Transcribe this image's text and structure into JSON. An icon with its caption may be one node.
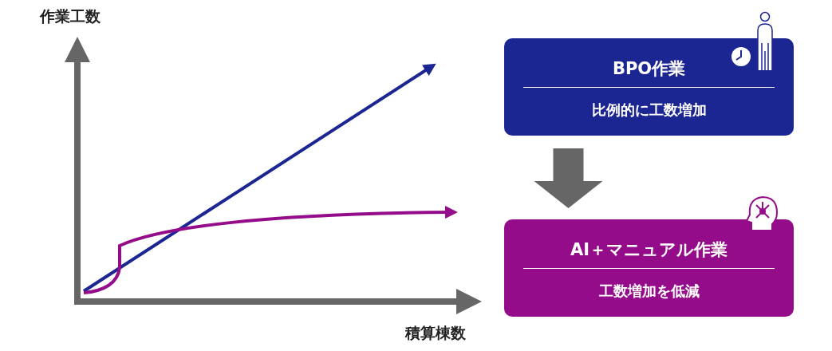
{
  "diagram": {
    "nodes": [
      {
        "text": [
          "BPO作業",
          "比例的に工数増加"
        ]
      },
      {
        "text": [
          "AI＋マニュアル作業",
          "工数増加を低減"
        ]
      }
    ],
    "edges": [
      {
        "from": 0,
        "to": 1,
        "arrow": "to"
      }
    ],
    "labels": [
      "作業工数",
      "積算棟数"
    ]
  }
}
